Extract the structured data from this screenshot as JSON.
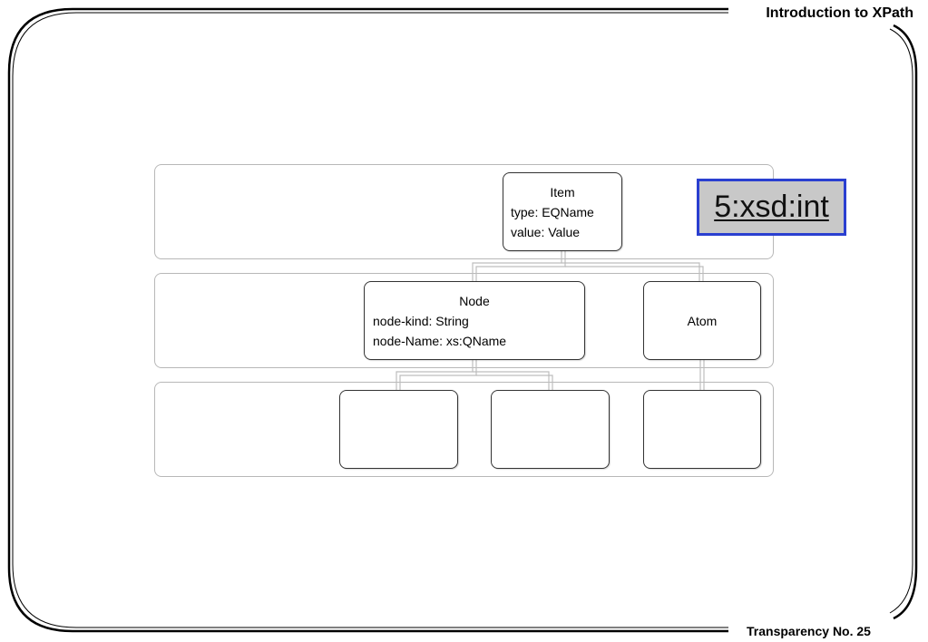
{
  "header": {
    "title": "Introduction to XPath"
  },
  "footer": {
    "label": "Transparency No. 25"
  },
  "diagram": {
    "item": {
      "lines": [
        "Item",
        "type: EQName",
        "value: Value"
      ]
    },
    "node": {
      "lines": [
        "Node",
        "node-kind: String",
        "node-Name: xs:QName"
      ]
    },
    "atom": {
      "label": "Atom"
    },
    "value_badge": {
      "text": "5:xsd:int"
    }
  },
  "colors": {
    "badge_border": "#2a3fd0",
    "badge_fill": "#c8c8c8",
    "band_border": "#b8b8b8",
    "connector": "#bbbbbb"
  }
}
